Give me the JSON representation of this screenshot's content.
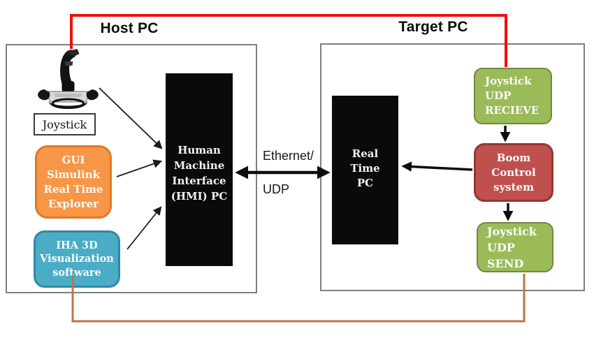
{
  "titles": {
    "host": "Host PC",
    "target": "Target PC"
  },
  "labels": {
    "joystick": "Joystick",
    "ethernet": "Ethernet/",
    "udp": "UDP"
  },
  "boxes": {
    "hmi": {
      "lines": [
        "Human",
        "Machine",
        "Interface",
        "(HMI) PC"
      ]
    },
    "realtime": {
      "lines": [
        "Real",
        "Time",
        "PC"
      ]
    },
    "gui": {
      "lines": [
        "GUI",
        "Simulink",
        "Real Time",
        "Explorer"
      ]
    },
    "iha": {
      "lines": [
        "IHA 3D",
        "Visualization",
        "software"
      ]
    },
    "udp_receive": {
      "lines": [
        "Joystick",
        "UDP",
        "RECIEVE"
      ]
    },
    "boom": {
      "lines": [
        "Boom",
        "Control",
        "system"
      ]
    },
    "udp_send": {
      "lines": [
        "Joystick",
        "UDP SEND"
      ]
    }
  },
  "icons": {
    "joystick_image": "joystick-photo"
  },
  "colors": {
    "orange_fill": "#F79646",
    "orange_border": "#DD7A2A",
    "teal_fill": "#4BACC6",
    "teal_border": "#2E8AA5",
    "green_fill": "#9BBB59",
    "green_border": "#71893F",
    "red_fill": "#C0504D",
    "red_border": "#963634",
    "red_line": "#F10E0E",
    "brown_line": "#C0714D",
    "black_box": "#0A0A0A",
    "frame_border": "#7F7F7F"
  }
}
